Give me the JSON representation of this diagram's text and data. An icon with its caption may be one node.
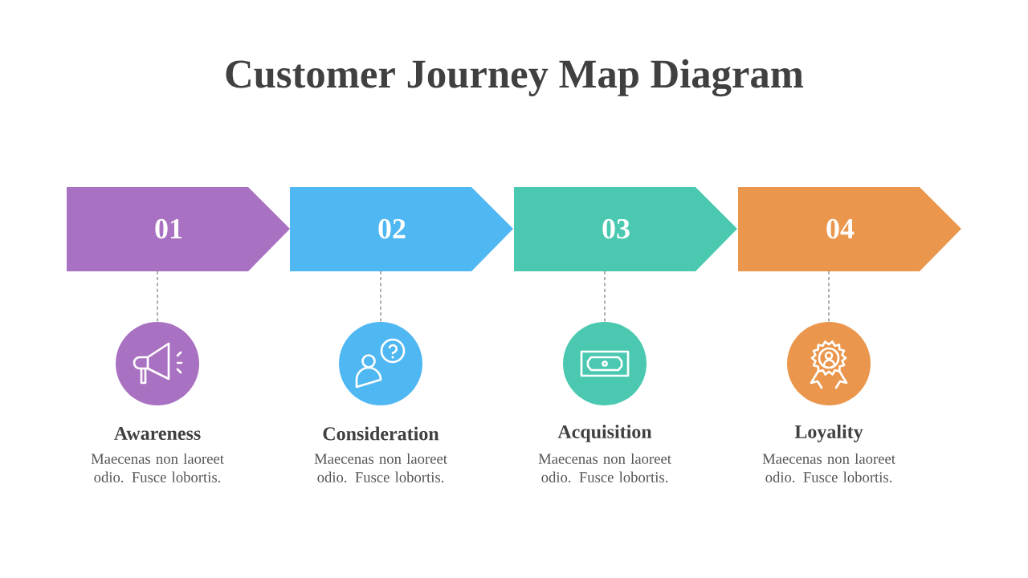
{
  "diagram": {
    "title": "Customer Journey Map Diagram",
    "nodes": [
      {
        "text": [
          "01"
        ]
      },
      {
        "text": [
          "02"
        ]
      },
      {
        "text": [
          "03"
        ]
      },
      {
        "text": [
          "04"
        ]
      },
      {
        "text": [
          "Awareness",
          "Maecenas non laoreet odio. Fusce lobortis."
        ]
      },
      {
        "text": [
          "Consideration",
          "Maecenas non laoreet odio. Fusce lobortis."
        ]
      },
      {
        "text": [
          "Acquisition",
          "Maecenas non laoreet odio. Fusce lobortis."
        ]
      },
      {
        "text": [
          "Loyality",
          "Maecenas non laoreet odio. Fusce lobortis."
        ]
      }
    ],
    "edges": [
      {
        "from": 0,
        "to": 4,
        "arrow": "none",
        "style": "dashed"
      },
      {
        "from": 1,
        "to": 5,
        "arrow": "none",
        "style": "dashed"
      },
      {
        "from": 2,
        "to": 6,
        "arrow": "none",
        "style": "dashed"
      },
      {
        "from": 3,
        "to": 7,
        "arrow": "none",
        "style": "dashed"
      }
    ]
  }
}
